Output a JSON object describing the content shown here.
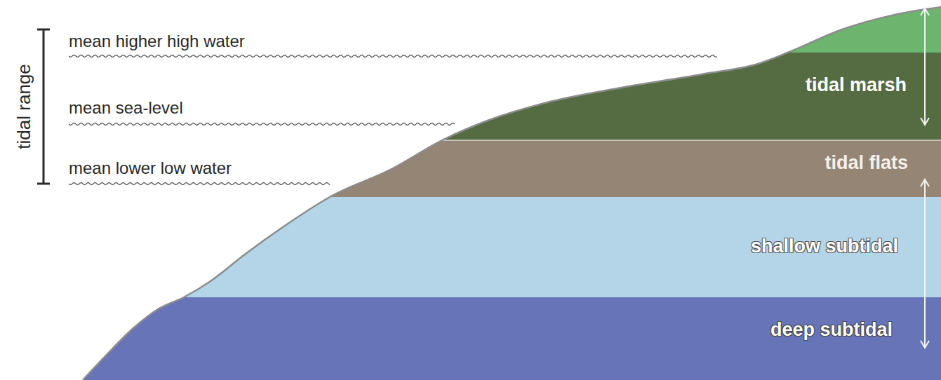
{
  "diagram": {
    "nodes": [
      {
        "text": [
          "tidal marsh"
        ]
      },
      {
        "text": [
          "tidal flats"
        ]
      },
      {
        "text": [
          "shallow subtidal"
        ]
      },
      {
        "text": [
          "deep subtidal"
        ]
      }
    ],
    "labels": [
      "mean higher high water",
      "mean sea-level",
      "mean lower low water",
      "tidal range"
    ]
  }
}
